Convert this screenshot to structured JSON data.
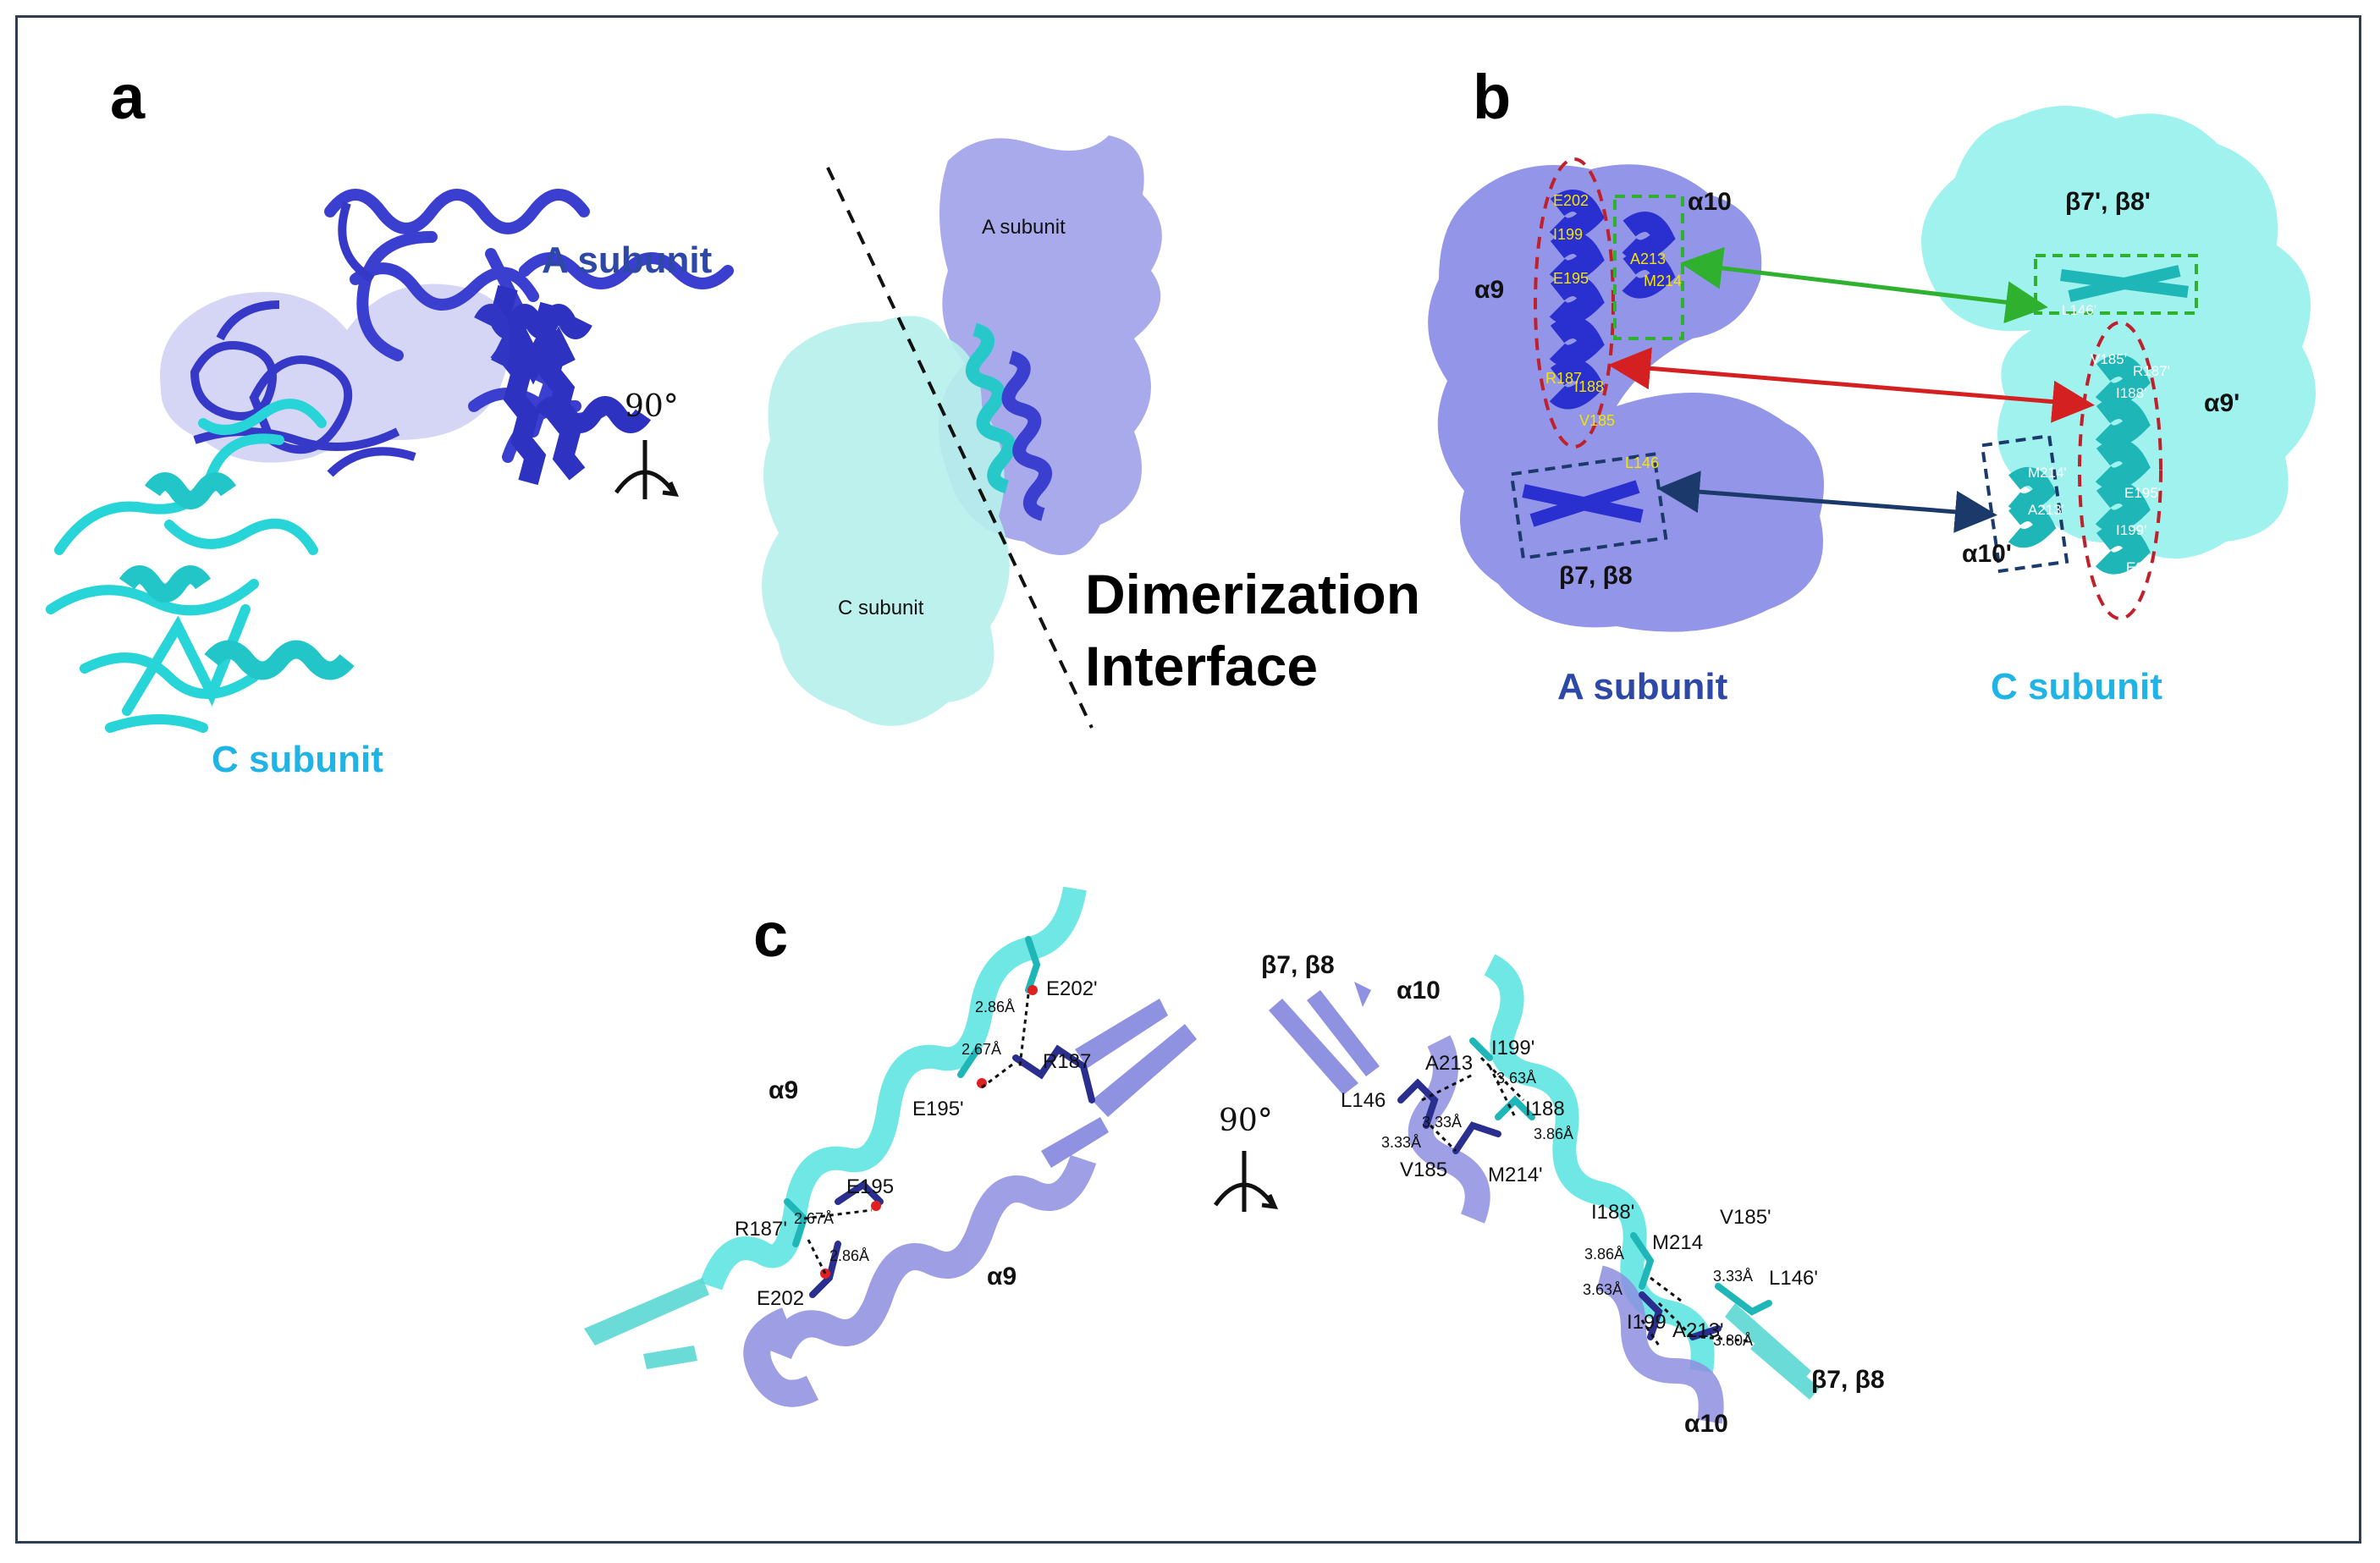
{
  "panels": {
    "a": "a",
    "b": "b",
    "c": "c"
  },
  "panel_a": {
    "a_subunit": "A subunit",
    "c_subunit": "C subunit",
    "rotation": "90°",
    "surface_a": "A subunit",
    "surface_c": "C subunit",
    "dimerization_1": "Dimerization",
    "dimerization_2": "Interface"
  },
  "panel_b": {
    "a_subunit": "A subunit",
    "c_subunit": "C subunit",
    "alpha9": "α9",
    "alpha10": "α10",
    "beta78": "β7, β8",
    "beta78p": "β7', β8'",
    "alpha9p": "α9'",
    "alpha10p": "α10'",
    "res_a": [
      "E202",
      "I199",
      "E195",
      "R187",
      "I188",
      "V185",
      "A213",
      "M214",
      "L146"
    ],
    "res_c": [
      "L146'",
      "V185'",
      "R187'",
      "I188'",
      "E195'",
      "I199'",
      "E202'",
      "M214'",
      "A213'"
    ]
  },
  "panel_c_left": {
    "alpha9_top": "α9",
    "alpha9_bottom": "α9",
    "residues": [
      "E202'",
      "R187",
      "E195'",
      "R187'",
      "E195",
      "E202"
    ],
    "distances": [
      "2.86Å",
      "2.67Å",
      "2.67Å",
      "2.86Å"
    ]
  },
  "panel_c_right": {
    "beta78_top": "β7, β8",
    "alpha10_top": "α10",
    "beta78_bottom": "β7, β8",
    "alpha10_bottom": "α10",
    "rotation": "90°",
    "residues": [
      "I199'",
      "A213",
      "L146",
      "I188",
      "V185",
      "M214'",
      "I188'",
      "V185'",
      "M214",
      "L146'",
      "I199",
      "A213'"
    ],
    "distances": [
      "3.33Å",
      "3.63Å",
      "3.86Å",
      "3.33Å",
      "3.86Å",
      "3.33Å",
      "3.63Å",
      "3.80Å"
    ]
  },
  "colors": {
    "a_subunit": "#3a3fd0",
    "c_subunit": "#27d4d8",
    "label_blue": "#2d48a6",
    "label_cyan": "#1fb3e6"
  }
}
